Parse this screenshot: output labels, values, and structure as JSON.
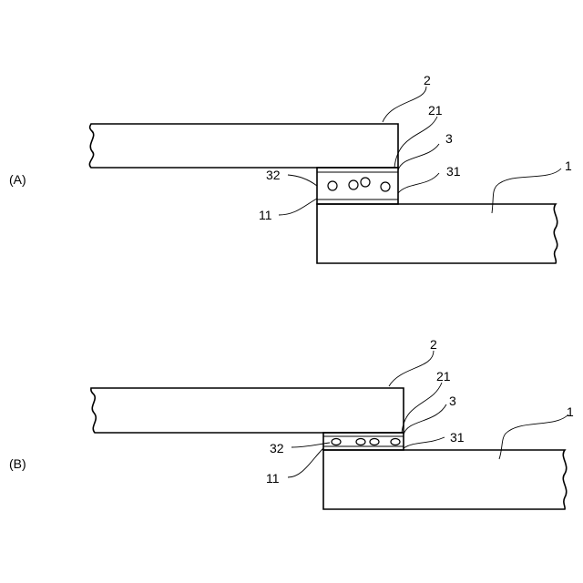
{
  "figure_a": {
    "panel_label": "(A)",
    "labels": {
      "member_2": "2",
      "surface_21": "21",
      "layer_3": "3",
      "layer_31": "31",
      "particles_32": "32",
      "surface_11": "11",
      "member_1": "1"
    }
  },
  "figure_b": {
    "panel_label": "(B)",
    "labels": {
      "member_2": "2",
      "surface_21": "21",
      "layer_3": "3",
      "layer_31": "31",
      "particles_32": "32",
      "surface_11": "11",
      "member_1": "1"
    }
  },
  "colors": {
    "line": "#000000",
    "background": "#ffffff"
  }
}
